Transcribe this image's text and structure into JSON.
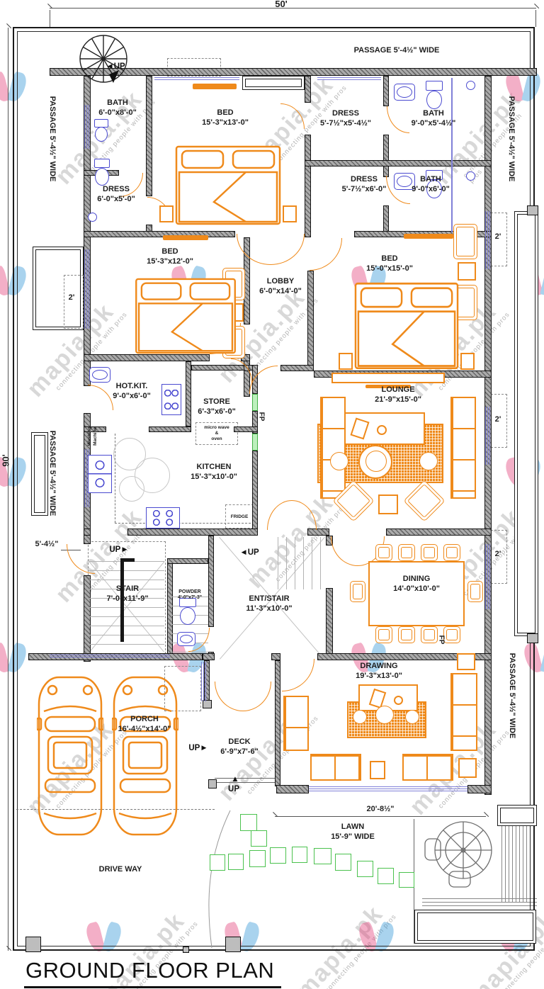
{
  "title": "GROUND FLOOR PLAN",
  "watermark": {
    "brand": "mapia.pk",
    "tagline": "connecting people with pros"
  },
  "icons": {
    "arrow_left": "◄",
    "arrow_right": "►",
    "arrow_up": "▲"
  },
  "passage_label": "PASSAGE 5'-4½\" WIDE",
  "dimensions": {
    "plot_width": "50'",
    "plot_height": "90'",
    "front_lawn": "20'-8½\"",
    "stair_offset": "5'-4½\"",
    "offset_left": "2'",
    "offset_right_bed": "2'",
    "offset_right_lounge": "2'",
    "offset_right_dining": "2'"
  },
  "rooms": {
    "bath_tl": {
      "name": "BATH",
      "dims": "6'-0\"x8'-0\""
    },
    "bed_top": {
      "name": "BED",
      "dims": "15'-3\"x13'-0\""
    },
    "dress_top": {
      "name": "DRESS",
      "dims": "5'-7½\"x5'-4½\""
    },
    "bath_top": {
      "name": "BATH",
      "dims": "9'-0\"x5'-4½\""
    },
    "dress_mid": {
      "name": "DRESS",
      "dims": "5'-7½\"x6'-0\""
    },
    "bath_mid": {
      "name": "BATH",
      "dims": "9'-0\"x6'-0\""
    },
    "dress_left": {
      "name": "DRESS",
      "dims": "6'-0\"x5'-0\""
    },
    "bed_left": {
      "name": "BED",
      "dims": "15'-3\"x12'-0\""
    },
    "lobby": {
      "name": "LOBBY",
      "dims": "6'-0\"x14'-0\""
    },
    "bed_right": {
      "name": "BED",
      "dims": "15'-0\"x15'-0\""
    },
    "hot_kitchen": {
      "name": "HOT.KIT.",
      "dims": "9'-0\"x6'-0\""
    },
    "store": {
      "name": "STORE",
      "dims": "6'-3\"x6'-0\""
    },
    "kitchen": {
      "name": "KITCHEN",
      "dims": "15'-3\"x10'-0\""
    },
    "lounge": {
      "name": "LOUNGE",
      "dims": "21'-9\"x15'-0\""
    },
    "stair": {
      "name": "STAIR",
      "dims": "7'-0\"x11'-9\""
    },
    "powder": {
      "name": "POWDER",
      "dims": "4'-0\"x7'-3\""
    },
    "ent_stair": {
      "name": "ENT/STAIR",
      "dims": "11'-3\"x10'-0\""
    },
    "dining": {
      "name": "DINING",
      "dims": "14'-0\"x10'-0\""
    },
    "drawing": {
      "name": "DRAWING",
      "dims": "19'-3\"x13'-0\""
    },
    "porch": {
      "name": "PORCH",
      "dims": "16'-4½\"x14'-0\""
    },
    "deck": {
      "name": "DECK",
      "dims": "6'-9\"x7'-6\""
    },
    "lawn": {
      "name": "LAWN",
      "dims": "15'-9\" WIDE"
    },
    "drive_way": {
      "name": "DRIVE WAY"
    }
  },
  "annotations": {
    "up": "UP",
    "fp": "FP",
    "fridge": "FRIDGE",
    "microwave": "micro wave\n&\noven",
    "washing_machine": "Washing\nMachine"
  }
}
